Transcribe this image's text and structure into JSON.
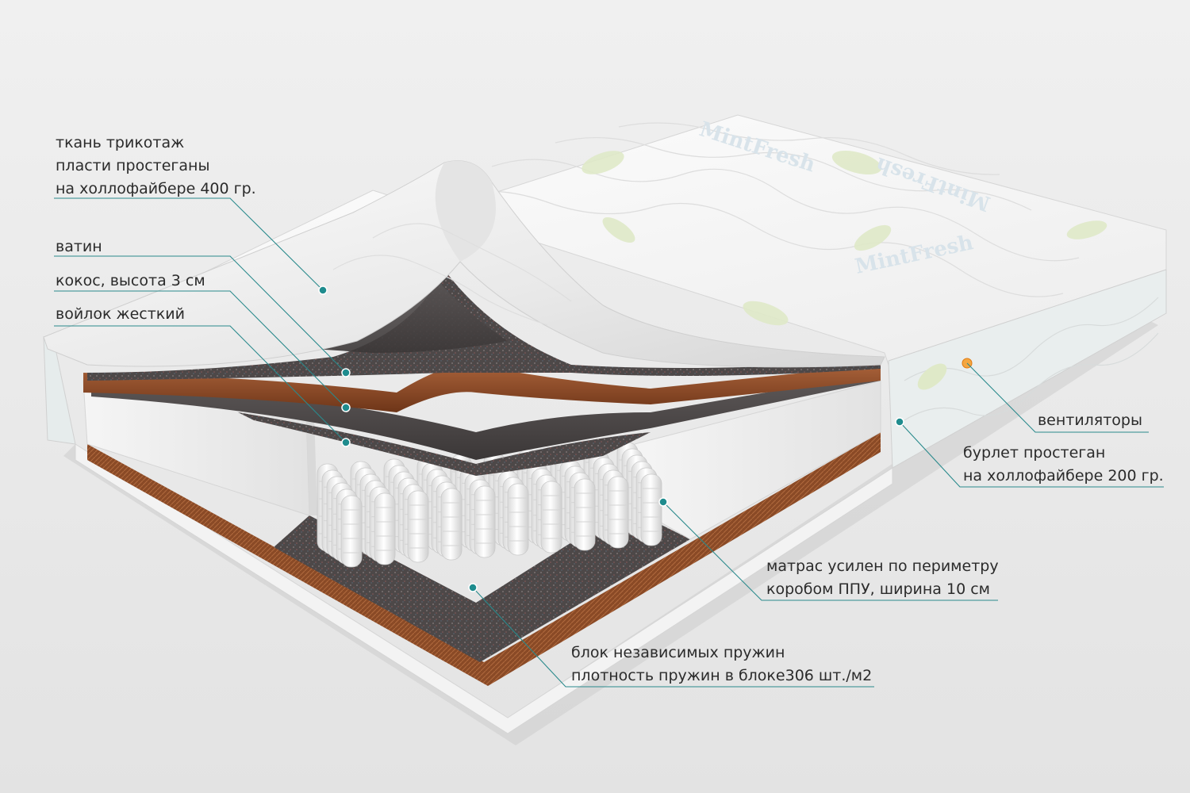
{
  "labels": {
    "fabric": {
      "line1": "ткань трикотаж",
      "line2": "пласти простеганы",
      "line3": "на холлофайбере 400 гр."
    },
    "batting": "ватин",
    "coconut": "кокос, высота 3 см",
    "felt": "войлок жесткий",
    "vents": "вентиляторы",
    "border": {
      "line1": "бурлет простеган",
      "line2": "на холлофайбере 200 гр."
    },
    "foam_frame": {
      "line1": "матрас усилен по периметру",
      "line2": "коробом ППУ, ширина 10 см"
    },
    "springs": {
      "line1": "блок независимых пружин",
      "line2": "плотность пружин в блоке306 шт./м2"
    }
  },
  "brand_text": "MintFresh",
  "colors": {
    "background": "#ececec",
    "leader_line": "#2a8a8c",
    "dot": "#1f8c8e",
    "coconut": "#8a4a26",
    "felt": "#4e4a4a",
    "cover": "#f7f7f7"
  }
}
